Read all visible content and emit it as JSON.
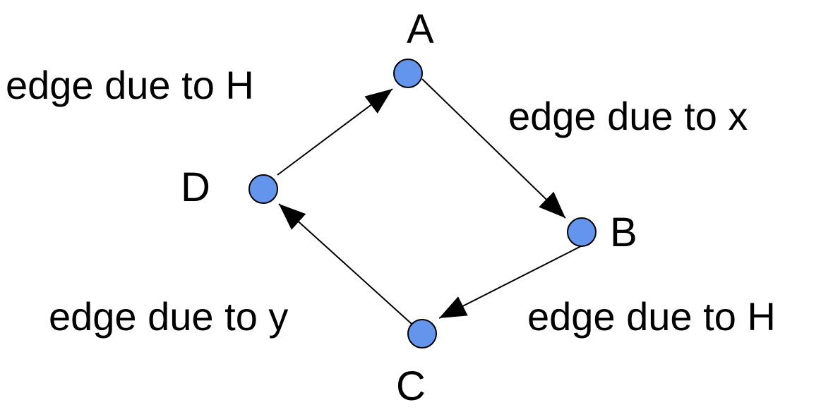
{
  "nodes": [
    {
      "id": "A",
      "label": "A"
    },
    {
      "id": "B",
      "label": "B"
    },
    {
      "id": "C",
      "label": "C"
    },
    {
      "id": "D",
      "label": "D"
    }
  ],
  "edges": [
    {
      "from": "D",
      "to": "A",
      "label": "edge due to H"
    },
    {
      "from": "A",
      "to": "B",
      "label": "edge due to x"
    },
    {
      "from": "B",
      "to": "C",
      "label": "edge due to H"
    },
    {
      "from": "C",
      "to": "D",
      "label": "edge due to y"
    }
  ],
  "colors": {
    "node_fill": "#6495ED",
    "node_stroke": "#000000",
    "edge": "#000000",
    "text": "#000000"
  }
}
